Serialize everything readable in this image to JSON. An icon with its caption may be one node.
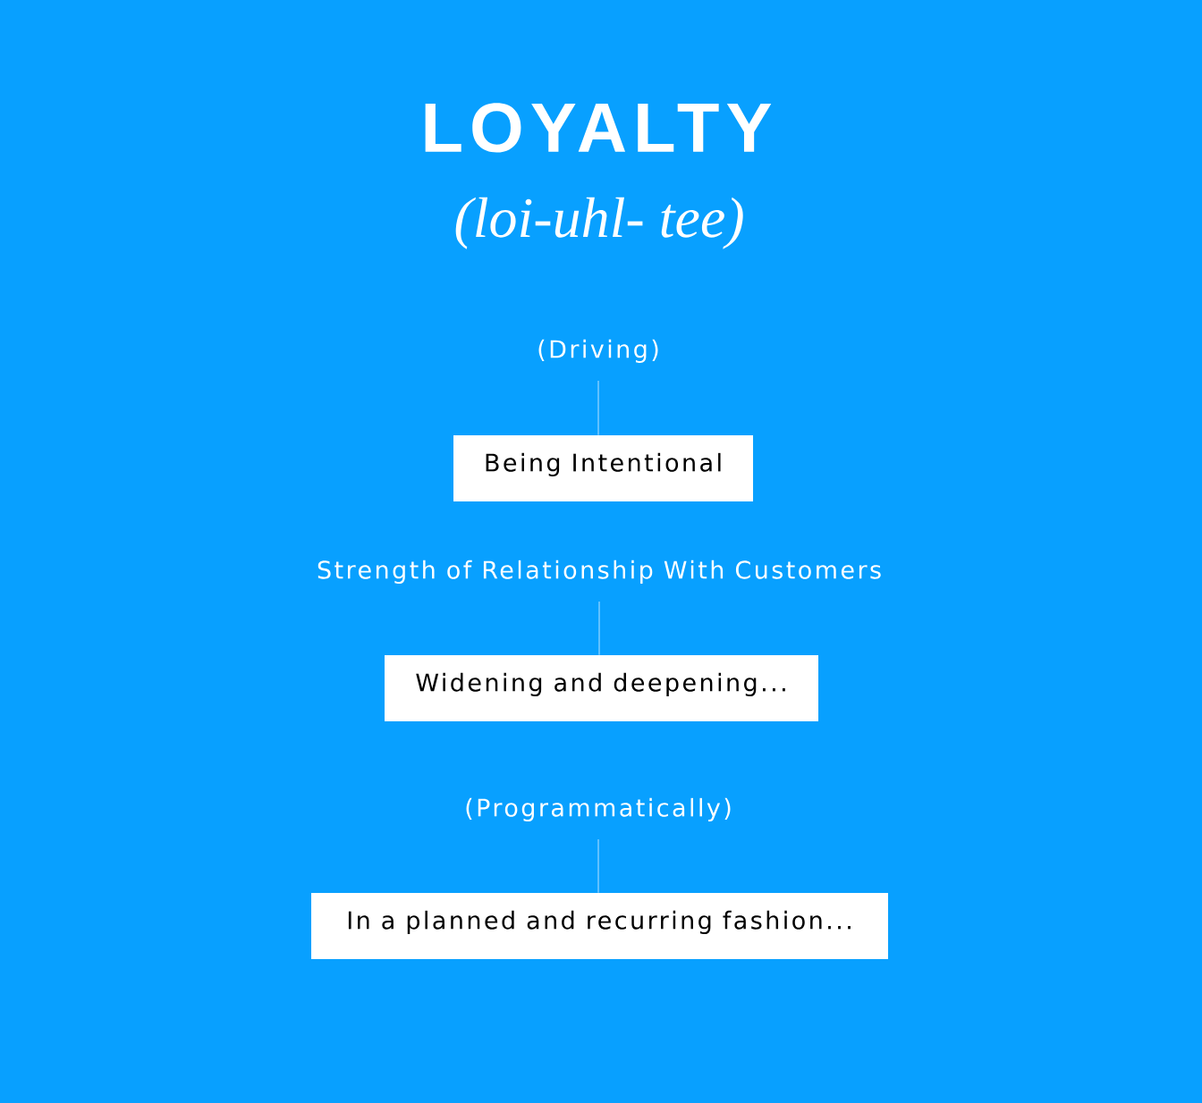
{
  "diagram": {
    "title": "LOYALTY",
    "nodes": [
      {
        "text": [
          "(Driving)"
        ]
      },
      {
        "text": [
          "Being Intentional"
        ]
      },
      {
        "text": [
          "Strength of Relationship With Customers"
        ]
      },
      {
        "text": [
          "Widening and deepening..."
        ]
      },
      {
        "text": [
          "(Programmatically)"
        ]
      },
      {
        "text": [
          "In a planned and recurring fashion..."
        ]
      }
    ],
    "edges": [
      {
        "from": 0,
        "to": 1,
        "arrow": "none"
      },
      {
        "from": 2,
        "to": 3,
        "arrow": "none"
      },
      {
        "from": 4,
        "to": 5,
        "arrow": "none"
      }
    ],
    "labels": [
      "(loi-uhl- tee)"
    ]
  }
}
